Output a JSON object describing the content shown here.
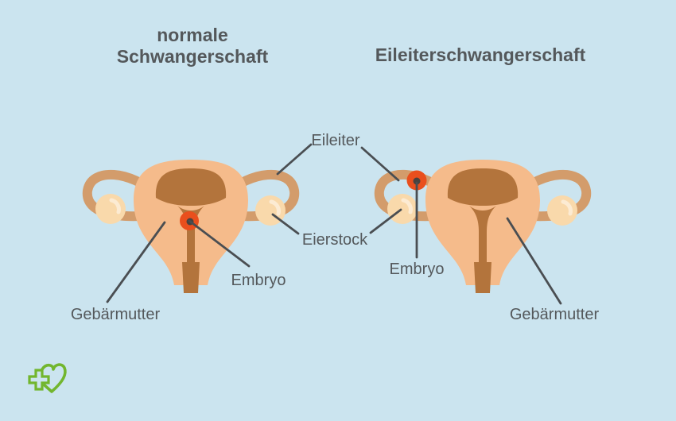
{
  "illustration": {
    "titles": {
      "normal": {
        "line1": "normale",
        "line2": "Schwangerschaft"
      },
      "ectopic": "Eileiterschwangerschaft"
    },
    "annotations": {
      "fallopian_tube": "Eileiter",
      "ovary": "Eierstock",
      "embryo_normal": "Embryo",
      "embryo_ectopic": "Embryo",
      "uterus_normal": "Gebärmutter",
      "uterus_ectopic": "Gebärmutter"
    },
    "icons": {
      "logo": "heart-cross-logo"
    },
    "colors": {
      "background": "#CBE4EF",
      "text": "#54585B",
      "annotation_line": "#4A4E52",
      "uterus_body": "#F5BB8B",
      "uterus_inner": "#B3743C",
      "fallopian_tube": "#D39C6B",
      "ovary": "#F9D9AB",
      "ovary_highlight": "#FCEBD3",
      "embryo": "#E94F1D",
      "embryo_dot": "#4A423E",
      "logo_green": "#72B62E"
    }
  }
}
